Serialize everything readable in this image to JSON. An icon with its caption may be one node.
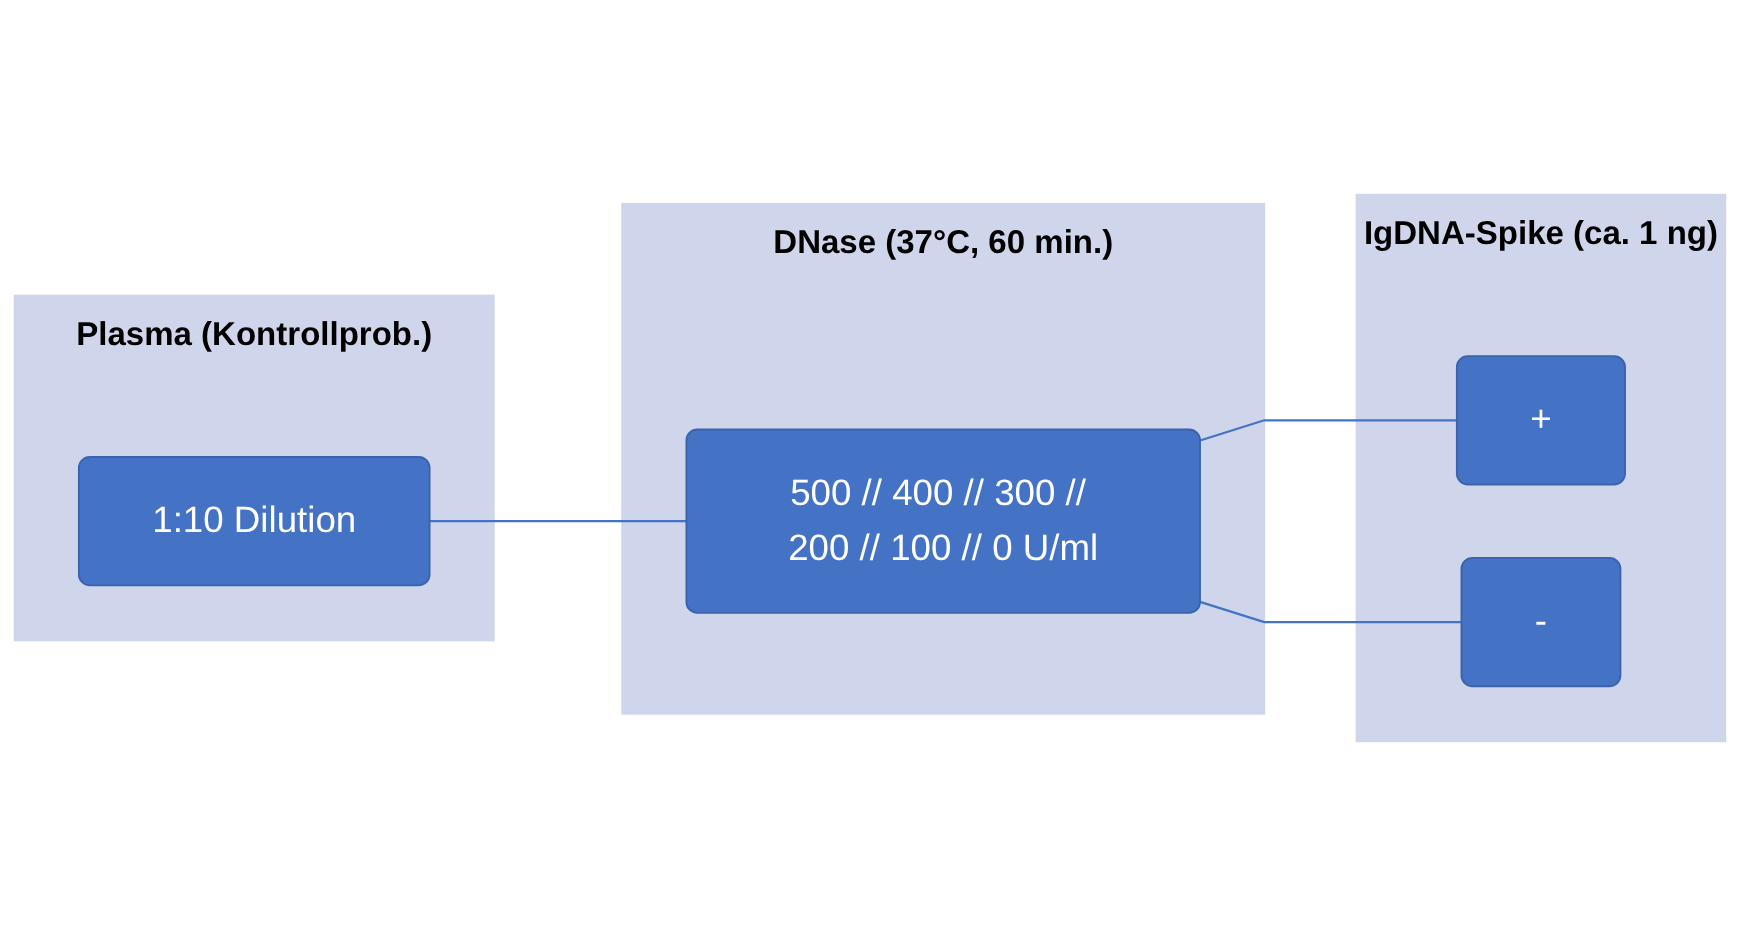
{
  "diagram": {
    "nodes": [
      {
        "text": [
          "Plasma (Kontrollprob.)"
        ]
      },
      {
        "text": [
          "1:10 Dilution"
        ],
        "in": 0
      },
      {
        "text": [
          "DNase (37°C, 60 min.)"
        ]
      },
      {
        "text": [
          "500 // 400 // 300 // 200 // 100 // 0 U/ml"
        ],
        "in": 2
      },
      {
        "text": [
          "IgDNA-Spike (ca. 1 ng)"
        ]
      },
      {
        "text": [
          "+"
        ],
        "in": 4
      },
      {
        "text": [
          "-"
        ],
        "in": 4
      }
    ],
    "edges": [
      {
        "from": 1,
        "to": 3,
        "arrow": "none"
      },
      {
        "from": 3,
        "to": 5,
        "arrow": "none"
      },
      {
        "from": 3,
        "to": 6,
        "arrow": "none"
      }
    ]
  }
}
